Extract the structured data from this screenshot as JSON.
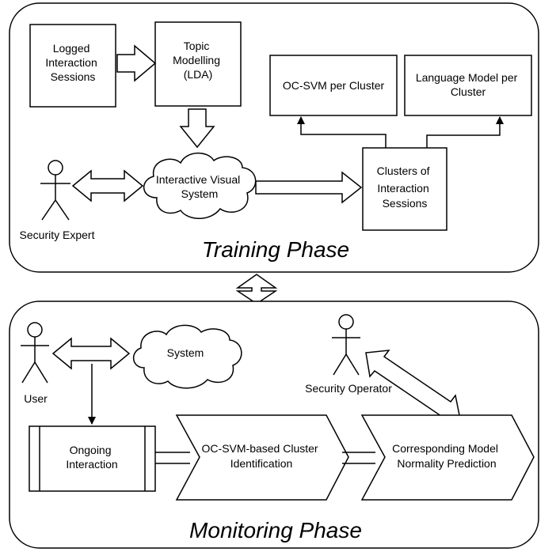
{
  "training": {
    "phase_label": "Training Phase",
    "logged": [
      "Logged",
      "Interaction",
      "Sessions"
    ],
    "topic": [
      "Topic",
      "Modelling",
      "(LDA)"
    ],
    "ocsvm": "OC-SVM per Cluster",
    "langmodel": [
      "Language Model per",
      "Cluster"
    ],
    "ivs": [
      "Interactive Visual",
      "System"
    ],
    "clusters": [
      "Clusters of",
      "Interaction",
      "Sessions"
    ],
    "actor": "Security Expert"
  },
  "monitoring": {
    "phase_label": "Monitoring Phase",
    "user": "User",
    "system": "System",
    "operator": "Security Operator",
    "ongoing": [
      "Ongoing",
      "Interaction"
    ],
    "ocsvm_id": [
      "OC-SVM-based Cluster",
      "Identification"
    ],
    "prediction": [
      "Corresponding Model",
      "Normality Prediction"
    ]
  }
}
